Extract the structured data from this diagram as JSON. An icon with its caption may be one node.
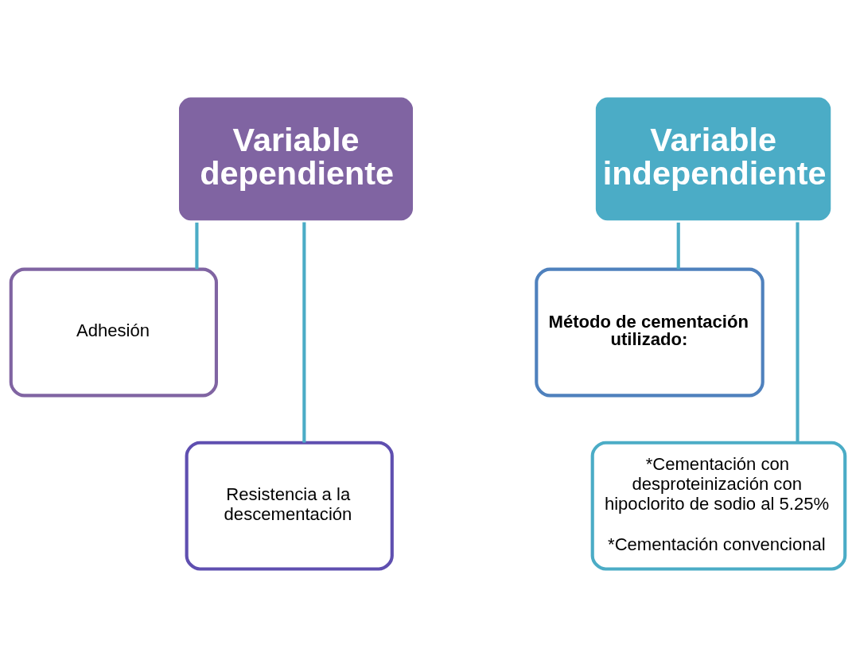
{
  "diagram": {
    "nodes": [
      {
        "text": [
          "Variable dependiente"
        ]
      },
      {
        "text": [
          "Adhesión"
        ]
      },
      {
        "text": [
          "Resistencia a la descementación"
        ]
      },
      {
        "text": [
          "Variable independiente"
        ]
      },
      {
        "text": [
          "Método de cementación utilizado:"
        ]
      },
      {
        "text": [
          "*Cementación con desproteinización con hipoclorito de sodio al 5.25%",
          "*Cementación convencional"
        ]
      }
    ],
    "edges": [
      {
        "from": 0,
        "to": 1,
        "arrow": "none"
      },
      {
        "from": 0,
        "to": 2,
        "arrow": "none"
      },
      {
        "from": 3,
        "to": 4,
        "arrow": "none"
      },
      {
        "from": 3,
        "to": 5,
        "arrow": "none"
      }
    ]
  }
}
